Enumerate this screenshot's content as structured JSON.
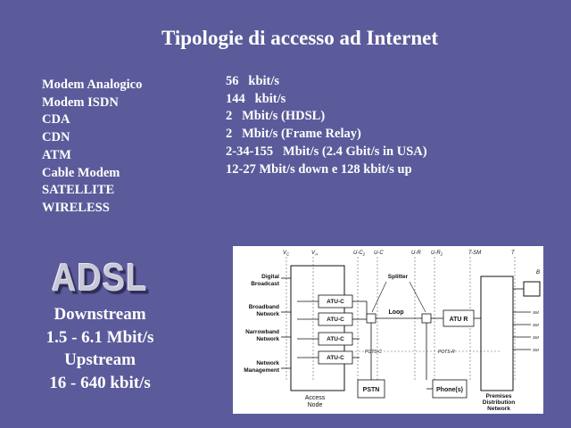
{
  "title": "Tipologie di accesso ad Internet",
  "access_types": [
    "Modem Analogico",
    "Modem ISDN",
    "CDA",
    "CDN",
    "ATM",
    "Cable Modem",
    "SATELLITE",
    "WIRELESS"
  ],
  "speeds": [
    "56   kbit/s",
    "144   kbit/s",
    "2   Mbit/s (HDSL)",
    "2   Mbit/s (Frame Relay)",
    "2-34-155   Mbit/s (2.4 Gbit/s in USA)",
    "12-27 Mbit/s down e 128 kbit/s up"
  ],
  "adsl": {
    "logo_text": "ADSL",
    "lines": [
      "Downstream",
      "1.5 - 6.1 Mbit/s",
      "Upstream",
      "16 - 640 kbit/s"
    ]
  },
  "diagram": {
    "ref_points": [
      "V",
      "V",
      "U-C",
      "U-C",
      "U-R",
      "U-R",
      "T-SM",
      "T",
      "B"
    ],
    "ref_subscripts": [
      "C",
      "A",
      "2",
      "",
      "",
      "2",
      "",
      "",
      ""
    ],
    "networks": [
      [
        "Digital",
        "Broadcast"
      ],
      [
        "Broadband",
        "Network"
      ],
      [
        "Narrowband",
        "Network"
      ],
      [
        "Network",
        "Management"
      ]
    ],
    "atu_c_boxes": [
      "ATU-C",
      "ATU-C",
      "ATU-C",
      "ATU-C"
    ],
    "splitter": "Splitter",
    "loop": "Loop",
    "atu_r": "ATU R",
    "pots_c": "POTS-C",
    "pots_r": "POTS-R",
    "pstn": "PSTN",
    "phones": "Phone(s)",
    "access_node": [
      "Access",
      "Node"
    ],
    "premises": [
      "Premises",
      "Distribution",
      "Network"
    ],
    "terminals": [
      "SM",
      "SM",
      "SM",
      "SM"
    ]
  }
}
